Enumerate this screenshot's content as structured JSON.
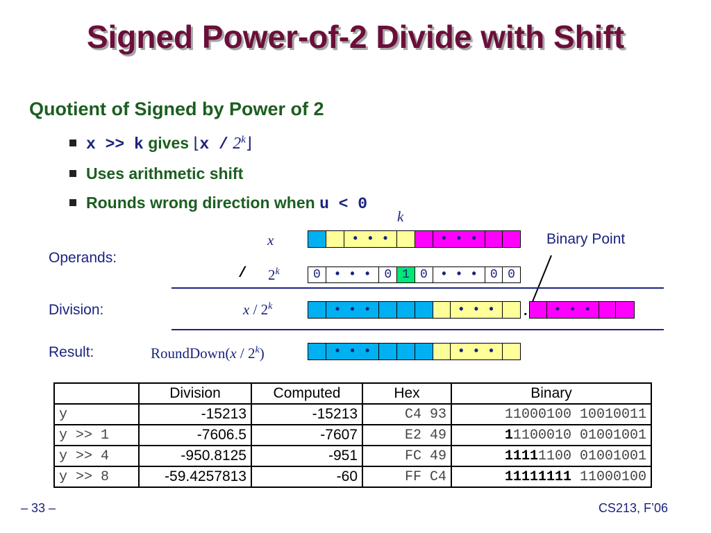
{
  "title": "Signed Power-of-2 Divide with Shift",
  "subtitle": "Quotient of Signed by Power of 2",
  "bullets": {
    "b1_code": "x >> k",
    "b1_text": "gives",
    "b1_floor_open": "⌊",
    "b1_floor_x": "x /",
    "b1_floor_two": "2",
    "b1_floor_k": "k",
    "b1_floor_close": "⌋",
    "b2": "Uses arithmetic shift",
    "b3_text": "Rounds wrong direction when",
    "b3_code": "u < 0"
  },
  "diagram": {
    "k_label": "k",
    "x_label": "x",
    "operands_label": "Operands:",
    "div_op": "/",
    "two_base": "2",
    "two_exp": "k",
    "division_label": "Division:",
    "xdiv_x": "x",
    "xdiv_slash": "/ 2",
    "xdiv_exp": "k",
    "result_label": "Result:",
    "round_pre": "RoundDown(",
    "round_x": "x",
    "round_mid": "/ 2",
    "round_exp": "k",
    "round_post": ")",
    "binary_point": "Binary Point",
    "dots": "• • •",
    "zero": "0",
    "one": "1",
    "point": "."
  },
  "table": {
    "headers": [
      "",
      "Division",
      "Computed",
      "Hex",
      "Binary"
    ],
    "rows": [
      {
        "expr": "y",
        "division": "-15213",
        "computed": "-15213",
        "hex": "C4 93",
        "bin_bold": "",
        "bin_rest": "11000100 10010011"
      },
      {
        "expr": "y >> 1",
        "division": "-7606.5",
        "computed": "-7607",
        "hex": "E2 49",
        "bin_bold": "1",
        "bin_rest": "1100010 01001001"
      },
      {
        "expr": "y >> 4",
        "division": "-950.8125",
        "computed": "-951",
        "hex": "FC 49",
        "bin_bold": "1111",
        "bin_rest": "1100 01001001"
      },
      {
        "expr": "y >> 8",
        "division": "-59.4257813",
        "computed": "-60",
        "hex": "FF C4",
        "bin_bold": "11111111",
        "bin_rest": " 11000100"
      }
    ]
  },
  "footer": {
    "left": "– 33 –",
    "right": "CS213, F’06"
  }
}
